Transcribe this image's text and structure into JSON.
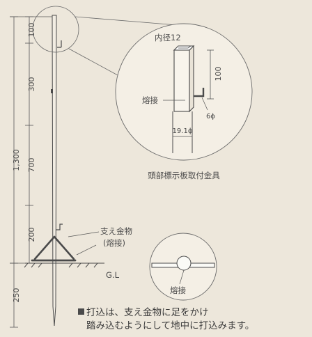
{
  "dimensions": {
    "d100": "100",
    "d300": "300",
    "d1300": "1,300",
    "d700": "700",
    "d200": "200",
    "d250": "250"
  },
  "detail_top": {
    "inner_diameter": "内径12",
    "height": "100",
    "weld": "熔接",
    "rod": "6ϕ",
    "pipe_dia": "19.1ϕ",
    "caption": "頭部標示板取付金具"
  },
  "support": {
    "label_line1": "支え金物",
    "label_line2": "(熔接)"
  },
  "ground": {
    "label": "G.L"
  },
  "detail_bottom": {
    "weld": "熔接"
  },
  "note": {
    "line1": "打込は、支え金物に足をかけ",
    "line2": "踏み込むようにして地中に打込みます。"
  },
  "colors": {
    "background": "#ede7db",
    "line": "#4a4a4a"
  }
}
